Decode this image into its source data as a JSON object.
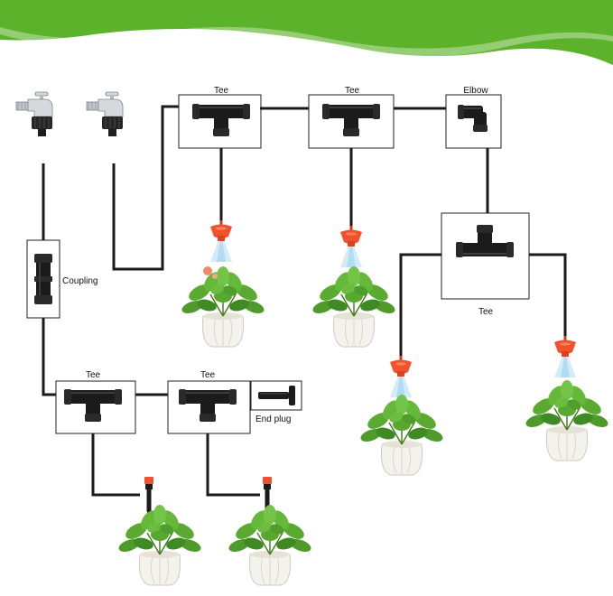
{
  "labels": {
    "tee_top_left": "Tee",
    "tee_top_middle": "Tee",
    "elbow": "Elbow",
    "coupling": "Coupling",
    "tee_right": "Tee",
    "tee_bottom_left": "Tee",
    "tee_bottom_middle": "Tee",
    "end_plug": "End plug"
  },
  "colors": {
    "banner_green": "#5db22b",
    "tube": "#1a1a1a",
    "fitting": "#1b1b1b",
    "dripper": "#f0522d",
    "spray": "#bfe3f5",
    "leaf": "#4e9a2a",
    "pot": "#f4f2ec",
    "faucet": "#c9ccd0",
    "box_border": "#222222"
  },
  "icons": [
    "faucet-icon",
    "tee-fitting-icon",
    "elbow-fitting-icon",
    "coupling-icon",
    "end-plug-icon",
    "dripper-icon",
    "stake-dripper-icon",
    "potted-plant-icon"
  ]
}
